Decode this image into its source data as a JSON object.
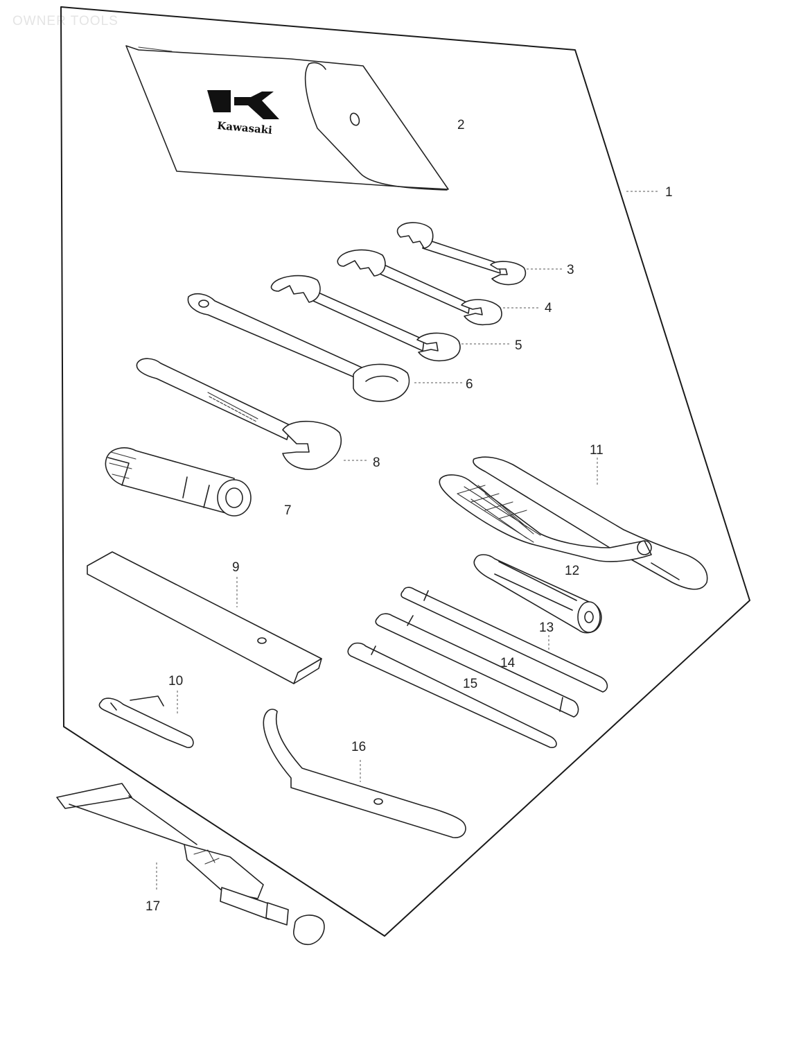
{
  "header": {
    "title": "OWNER TOOLS"
  },
  "logo": {
    "wordmark": "Kawasaki"
  },
  "callouts": {
    "c1": "1",
    "c2": "2",
    "c3": "3",
    "c4": "4",
    "c5": "5",
    "c6": "6",
    "c7": "7",
    "c8": "8",
    "c9": "9",
    "c10": "10",
    "c11": "11",
    "c12": "12",
    "c13": "13",
    "c14": "14",
    "c15": "15",
    "c16": "16",
    "c17": "17"
  }
}
